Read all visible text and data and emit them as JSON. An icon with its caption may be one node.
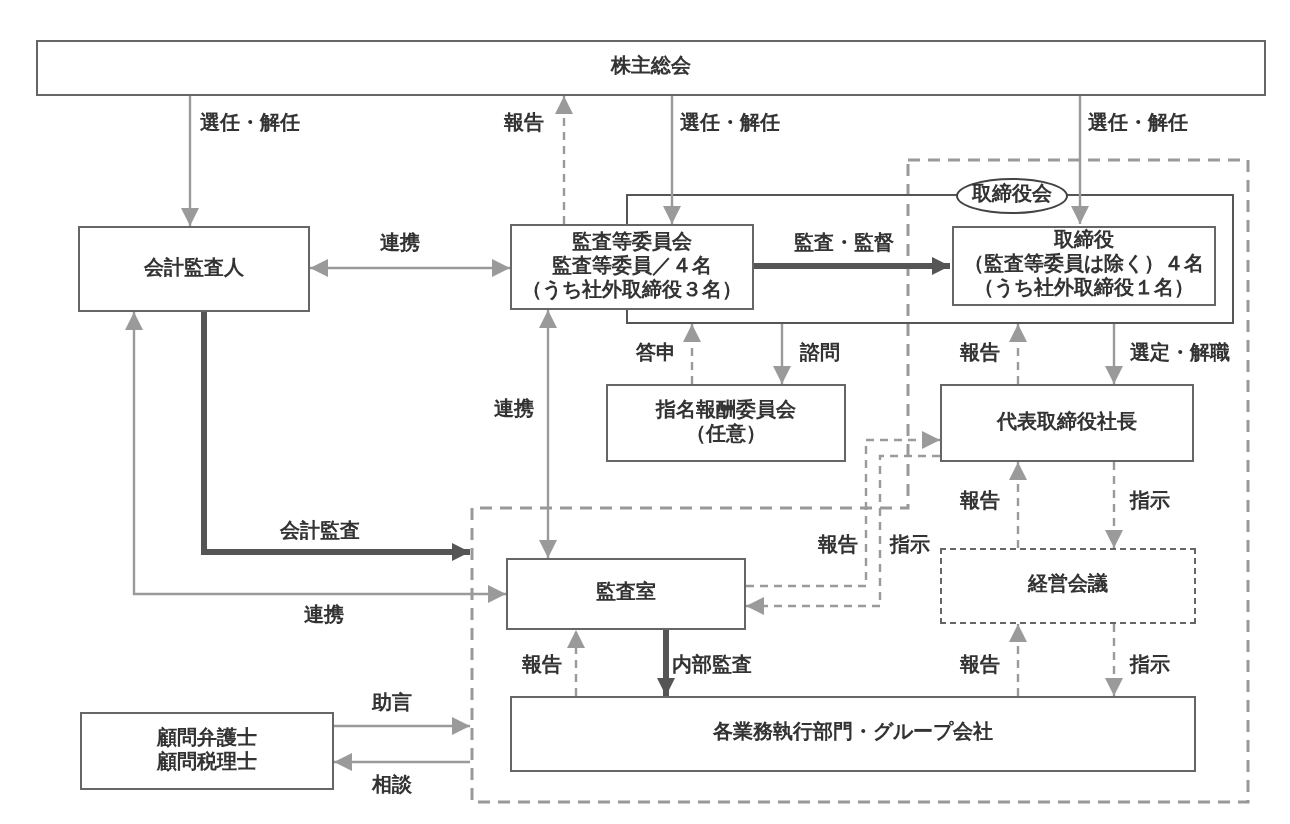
{
  "diagram": {
    "nodes": [
      {
        "text": [
          "株主総会"
        ]
      },
      {
        "text": [],
        "shape": "box"
      },
      {
        "text": [
          "取締役会"
        ],
        "in": 1
      },
      {
        "text": [
          "会計監査人"
        ]
      },
      {
        "text": [
          "監査等委員会",
          "監査等委員／４名",
          "（うち社外取締役３名）"
        ]
      },
      {
        "text": [
          "取締役",
          "（監査等委員は除く）４名",
          "（うち社外取締役１名）"
        ],
        "in": 2
      },
      {
        "text": [
          "指名報酬委員会",
          "（任意）"
        ]
      },
      {
        "text": [
          "代表取締役社長"
        ],
        "in": 1
      },
      {
        "text": [
          "監査室"
        ],
        "in": 1
      },
      {
        "text": [
          "経営会議"
        ],
        "in": 1
      },
      {
        "text": [
          "各業務執行部門・グループ会社"
        ],
        "in": 1
      },
      {
        "text": [
          "顧問弁護士",
          "顧問税理士"
        ]
      }
    ],
    "edges": [
      {
        "from": 0,
        "to": 3,
        "arrow": "to",
        "label": "選任・解任"
      },
      {
        "from": 4,
        "to": 0,
        "arrow": "to",
        "label": "報告",
        "style": "dashed"
      },
      {
        "from": 0,
        "to": 4,
        "arrow": "to",
        "label": "選任・解任"
      },
      {
        "from": 0,
        "to": 5,
        "arrow": "to",
        "label": "選任・解任"
      },
      {
        "from": 3,
        "to": 4,
        "arrow": "both",
        "label": "連携"
      },
      {
        "from": 4,
        "to": 5,
        "arrow": "to",
        "label": "監査・監督",
        "style": "thick",
        "color": "#555555"
      },
      {
        "from": 6,
        "to": 2,
        "arrow": "to",
        "label": "答申",
        "style": "dashed"
      },
      {
        "from": 2,
        "to": 6,
        "arrow": "to",
        "label": "諮問"
      },
      {
        "from": 7,
        "to": 2,
        "arrow": "to",
        "label": "報告",
        "style": "dashed"
      },
      {
        "from": 2,
        "to": 7,
        "arrow": "to",
        "label": "選定・解職"
      },
      {
        "from": 4,
        "to": 8,
        "arrow": "both",
        "label": "連携"
      },
      {
        "from": 3,
        "to": 1,
        "arrow": "to",
        "label": "会計監査",
        "style": "thick",
        "color": "#555555"
      },
      {
        "from": 8,
        "to": 3,
        "arrow": "both",
        "label": "連携"
      },
      {
        "from": 8,
        "to": 7,
        "arrow": "to",
        "label": "報告",
        "style": "dashed"
      },
      {
        "from": 7,
        "to": 8,
        "arrow": "to",
        "label": "指示",
        "style": "dashed"
      },
      {
        "from": 9,
        "to": 7,
        "arrow": "to",
        "label": "報告",
        "style": "dashed"
      },
      {
        "from": 7,
        "to": 9,
        "arrow": "to",
        "label": "指示",
        "style": "dashed"
      },
      {
        "from": 10,
        "to": 9,
        "arrow": "to",
        "label": "報告",
        "style": "dashed"
      },
      {
        "from": 9,
        "to": 10,
        "arrow": "to",
        "label": "指示",
        "style": "dashed"
      },
      {
        "from": 10,
        "to": 8,
        "arrow": "to",
        "label": "報告",
        "style": "dashed"
      },
      {
        "from": 8,
        "to": 10,
        "arrow": "to",
        "label": "内部監査",
        "style": "thick",
        "color": "#555555"
      },
      {
        "from": 11,
        "to": 1,
        "arrow": "to",
        "label": "助言"
      },
      {
        "from": 1,
        "to": 11,
        "arrow": "to",
        "label": "相談"
      }
    ]
  }
}
